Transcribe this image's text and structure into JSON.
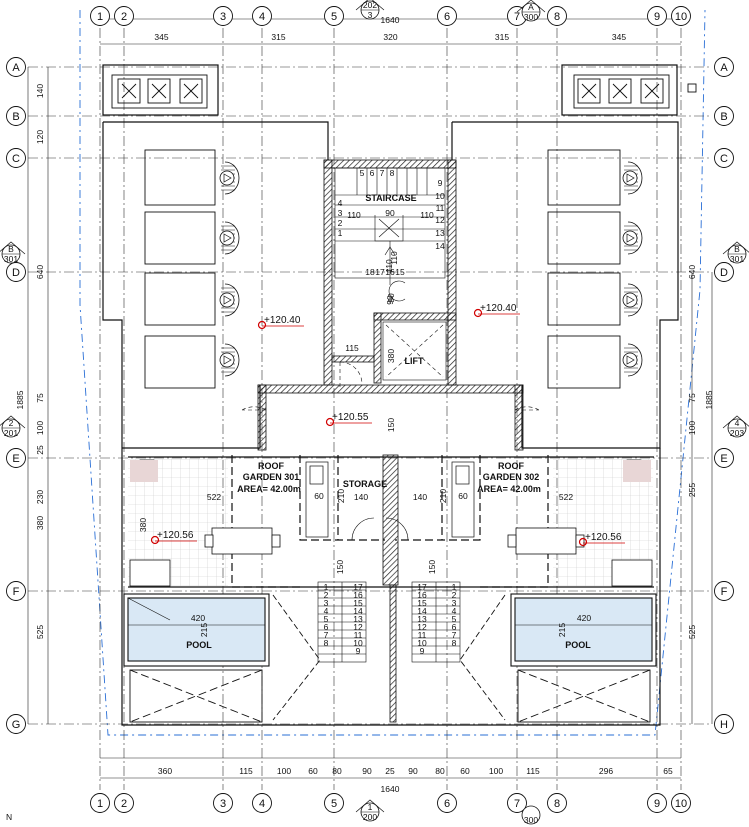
{
  "grid": {
    "columns": [
      "1",
      "2",
      "3",
      "4",
      "5",
      "6",
      "7",
      "8",
      "9",
      "10"
    ],
    "rows": [
      "A",
      "B",
      "C",
      "D",
      "E",
      "F",
      "G"
    ],
    "rows_right": [
      "A",
      "B",
      "C",
      "D",
      "E",
      "F",
      "H"
    ]
  },
  "section_marks": {
    "top_num": "202",
    "top_den": "3",
    "top_right_letter": "A",
    "top_right_num": "300",
    "left_num": "2",
    "left_den": "201",
    "left_d_letter": "B",
    "left_d_num": "301",
    "right_num": "4",
    "right_den": "203",
    "right_d_letter": "B",
    "right_d_num": "301",
    "bottom_num": "1",
    "bottom_den": "200",
    "bottom_right_num": "300"
  },
  "dims_top": [
    "345",
    "315",
    "320",
    "315",
    "345"
  ],
  "dims_top_total": "1640",
  "dims_bottom": [
    "360",
    "115",
    "100",
    "60",
    "80",
    "90",
    "25",
    "90",
    "80",
    "60",
    "100",
    "115",
    "296",
    "65"
  ],
  "dims_bottom_total": "1640",
  "dims_left": [
    "140",
    "120",
    "640",
    "75",
    "100",
    "25",
    "230",
    "380",
    "525"
  ],
  "dims_left_total": "1885",
  "dims_right": [
    "640",
    "75",
    "100",
    "255",
    "525"
  ],
  "dims_right_total": "1885",
  "labels": {
    "staircase": "STAIRCASE",
    "lift": "LIFT",
    "storage": "STORAGE",
    "roof_garden_left_1": "ROOF",
    "roof_garden_left_2": "GARDEN 301",
    "roof_garden_left_3": "AREA= 42.00m",
    "roof_garden_right_1": "ROOF",
    "roof_garden_right_2": "GARDEN 302",
    "roof_garden_right_3": "AREA= 42.00m",
    "pool_left": "POOL",
    "pool_right": "POOL",
    "pool_dim": "420",
    "pool_depth": "215"
  },
  "levels": [
    "+120.40",
    "+120.40",
    "+120.55",
    "+120.56",
    "+120.56"
  ],
  "stair_upper": [
    "5",
    "6",
    "7",
    "8",
    "4",
    "3",
    "2",
    "1",
    "9",
    "10",
    "11",
    "12",
    "13",
    "14",
    "18",
    "17",
    "16",
    "15"
  ],
  "stair_upper_dims": [
    "110",
    "90",
    "110",
    "110",
    "90"
  ],
  "stair_lower_left": [
    "17",
    "16",
    "15",
    "14",
    "13",
    "12",
    "11",
    "10",
    "9",
    "8",
    "7",
    "6",
    "5",
    "4",
    "3",
    "2",
    "1"
  ],
  "stair_lower_right": [
    "17",
    "16",
    "15",
    "14",
    "13",
    "12",
    "11",
    "10",
    "9",
    "8",
    "7",
    "6",
    "5",
    "4",
    "3",
    "2",
    "1"
  ],
  "misc_dims": {
    "d115": "115",
    "d380": "380",
    "d150a": "150",
    "d150b": "150",
    "d522a": "522",
    "d522b": "522",
    "d380l": "380",
    "d60a": "60",
    "d210a": "210",
    "d140a": "140",
    "d140b": "140",
    "d210b": "210",
    "d60b": "60",
    "d150c": "150",
    "d90": "90",
    "d110": "110"
  },
  "corner_letter": "N"
}
